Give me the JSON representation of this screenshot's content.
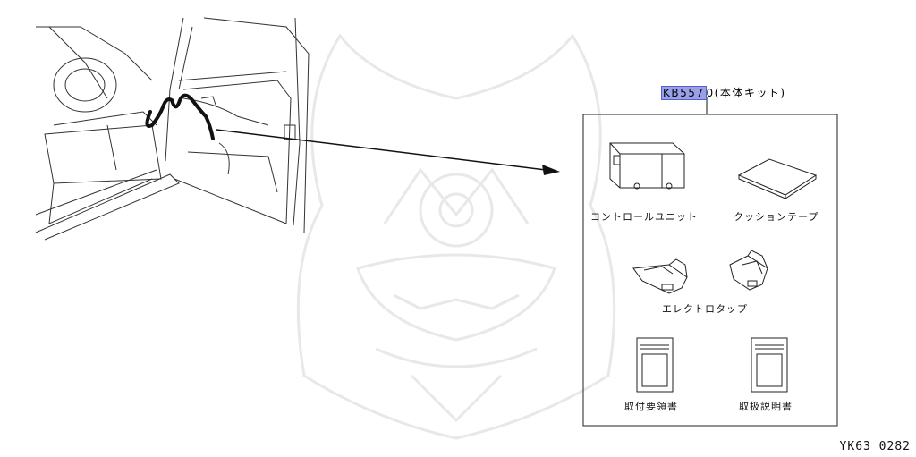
{
  "kit_part_highlight": "KB557",
  "kit_part_rest": "0",
  "kit_label": "(本体キット)",
  "items": {
    "control_unit": "コントロールユニット",
    "cushion_tape": "クッションテープ",
    "electro_tap": "エレクトロタップ",
    "install_manual": "取付要領書",
    "user_manual": "取扱説明書"
  },
  "diagram_code": "YK63 0282",
  "colors": {
    "highlight": "#9aa0e8",
    "line": "#111111",
    "watermark": "#e6e6e6"
  }
}
